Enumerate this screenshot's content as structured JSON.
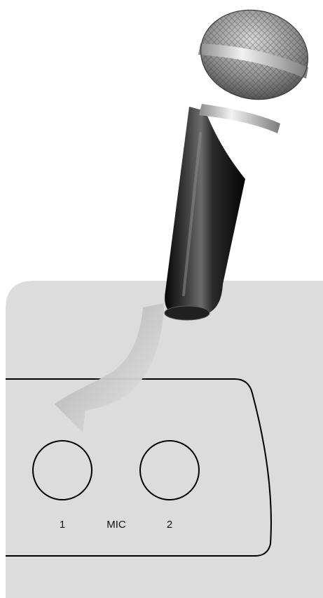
{
  "panel": {
    "jack_1_label": "1",
    "section_label": "MIC",
    "jack_2_label": "2"
  },
  "colors": {
    "panel_fill": "#dcdcdc",
    "outline": "#000000",
    "arrow_light": "#e6e6e6",
    "arrow_dark": "#9a9a9a",
    "mic_body": "#1a1a1a",
    "mic_grille": "#9c9c9c",
    "mic_band": "#d0d0d0"
  },
  "icons": {
    "device": "device-panel-icon",
    "jack": "mic-jack-icon",
    "arrow": "curved-arrow-icon",
    "microphone": "microphone-icon"
  }
}
